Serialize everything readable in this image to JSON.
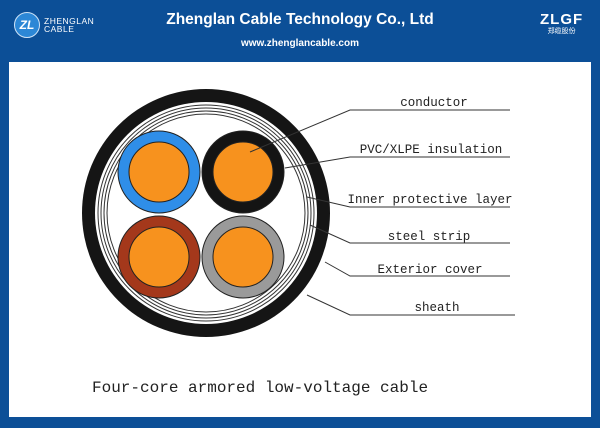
{
  "header": {
    "title": "Zhenglan Cable Technology Co., Ltd",
    "url": "www.zhenglancable.com",
    "logo_left": {
      "mark": "ZL",
      "line1": "ZHENGLAN",
      "line2": "CABLE"
    },
    "logo_right": {
      "big": "ZLGF",
      "small": "郑缆股份"
    }
  },
  "diagram": {
    "labels": [
      "conductor",
      "PVC/XLPE insulation",
      "Inner protective layer",
      "steel strip",
      "Exterior cover",
      "sheath"
    ],
    "caption": "Four-core armored low-voltage cable",
    "colors": {
      "conductor": "#f7921e",
      "blue": "#2f8ee8",
      "black": "#141414",
      "brown": "#a4381b",
      "grey": "#9a9a9a",
      "background": "#0c4f97"
    }
  }
}
